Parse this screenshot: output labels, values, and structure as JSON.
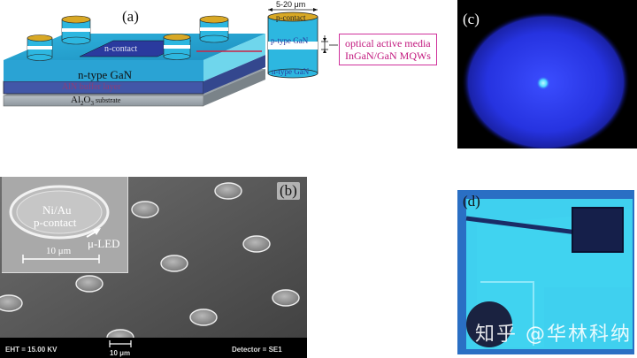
{
  "panels": {
    "a": {
      "label": "(a)",
      "dimension": "5-20 μm",
      "p_contact": "p-contact",
      "p_gan_layer": "p-type GaN",
      "n_gan_layer": "n-type GaN",
      "n_gan": "n-type GaN",
      "hidden_layer": "AlN buffer layer",
      "substrate_text": "Al",
      "substrate_sub": "2",
      "substrate_o": "O",
      "substrate_sub2": "3",
      "substrate_rest": " substrate",
      "n_contact_text": "n-contact",
      "callout_line1": "optical active media",
      "callout_line2": "InGaN/GaN MQWs"
    },
    "b": {
      "label": "(b)",
      "inset_line1": "Ni/Au",
      "inset_line2": "p-contact",
      "inset_arrow_label": "μ-LED",
      "inset_scale": "10 μm",
      "eht": "EHT = 15.00 KV",
      "scale": "10 μm",
      "detector": "Detector = SE1"
    },
    "c": {
      "label": "(c)"
    },
    "d": {
      "label": "(d)",
      "watermark": "知乎 @华林科纳"
    }
  },
  "colors": {
    "contact_gold": "#d8a825",
    "gan_cyan": "#24b8df",
    "callout_magenta": "#d0329c",
    "emission_blue": "#2a3be8",
    "chip_cyan": "#27c8ea"
  }
}
